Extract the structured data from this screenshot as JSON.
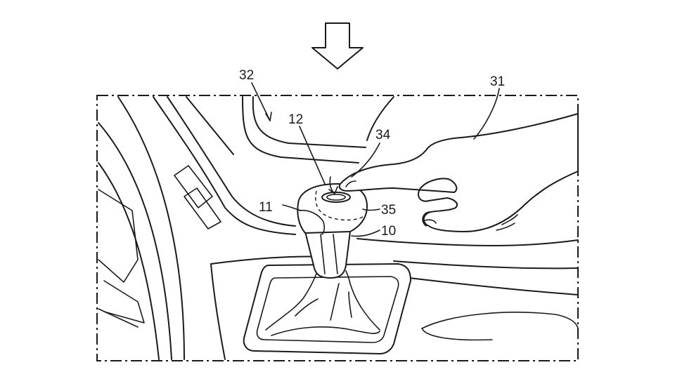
{
  "labels": {
    "ref_32": "32",
    "ref_31": "31",
    "ref_12": "12",
    "ref_34": "34",
    "ref_11": "11",
    "ref_35": "35",
    "ref_10": "10"
  },
  "colors": {
    "line": "#1a1a1a",
    "background": "#ffffff"
  }
}
